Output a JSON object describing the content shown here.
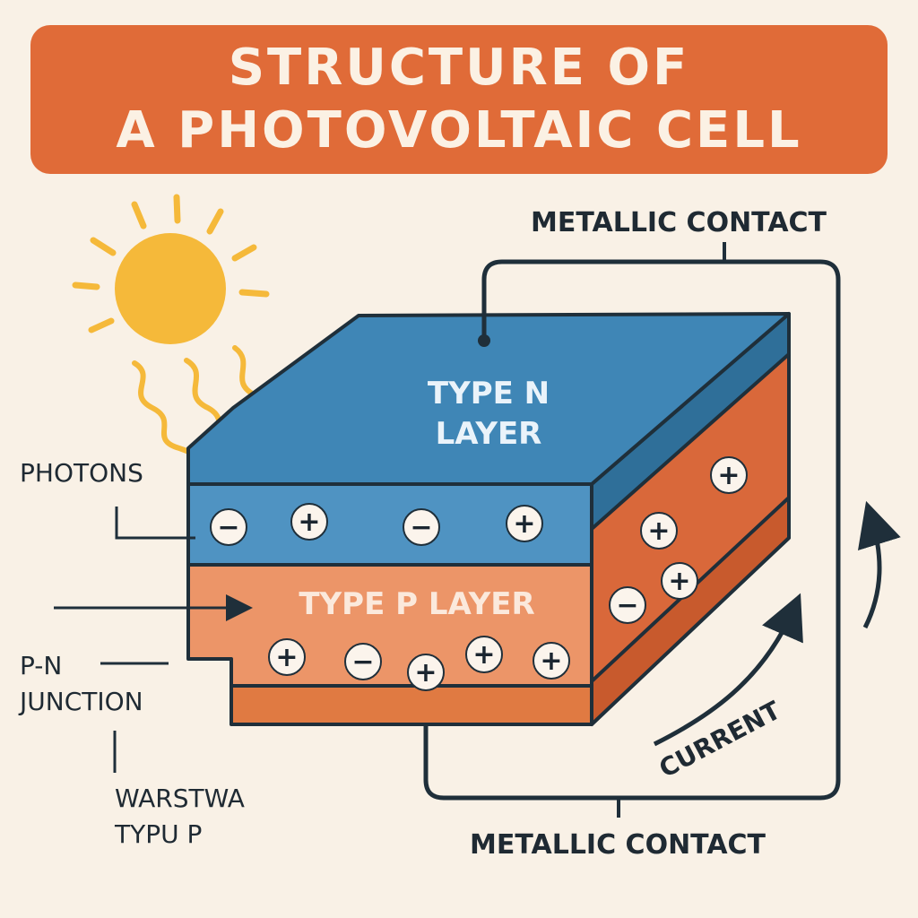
{
  "title": {
    "line1": "STRUCTURE OF",
    "line2": "A PHOTOVOLTAIC CELL"
  },
  "labels": {
    "metallic_contact_top": "METALLIC CONTACT",
    "metallic_contact_bottom": "METALLIC CONTACT",
    "type_n_line1": "TYPE N",
    "type_n_line2": "LAYER",
    "type_p": "TYPE P LAYER",
    "photons": "PHOTONS",
    "pn_line1": "P-N",
    "pn_line2": "JUNCTION",
    "warstwa_line1": "WARSTWA",
    "warstwa_line2": "TYPU P",
    "current": "CURRENT"
  },
  "charges": {
    "plus": "+",
    "minus": "−",
    "n_row": [
      "−",
      "+",
      "−",
      "+"
    ],
    "p_row": [
      "+",
      "−",
      "+",
      "+",
      "+"
    ],
    "side": [
      "+",
      "+",
      "−",
      "+"
    ]
  },
  "icons": {
    "sun": "sun-icon",
    "photon_ray": "wavy-arrow-icon",
    "current_arrow": "curved-arrow-icon"
  },
  "colors": {
    "banner": "#e06b38",
    "background": "#f9f1e6",
    "n_layer_top": "#3f86b6",
    "n_layer_front": "#4f93c2",
    "p_layer_front": "#ec9568",
    "base_layer": "#e07a42",
    "side_face": "#d9683a",
    "sun": "#f5b93a",
    "outline": "#1f2f3a"
  }
}
